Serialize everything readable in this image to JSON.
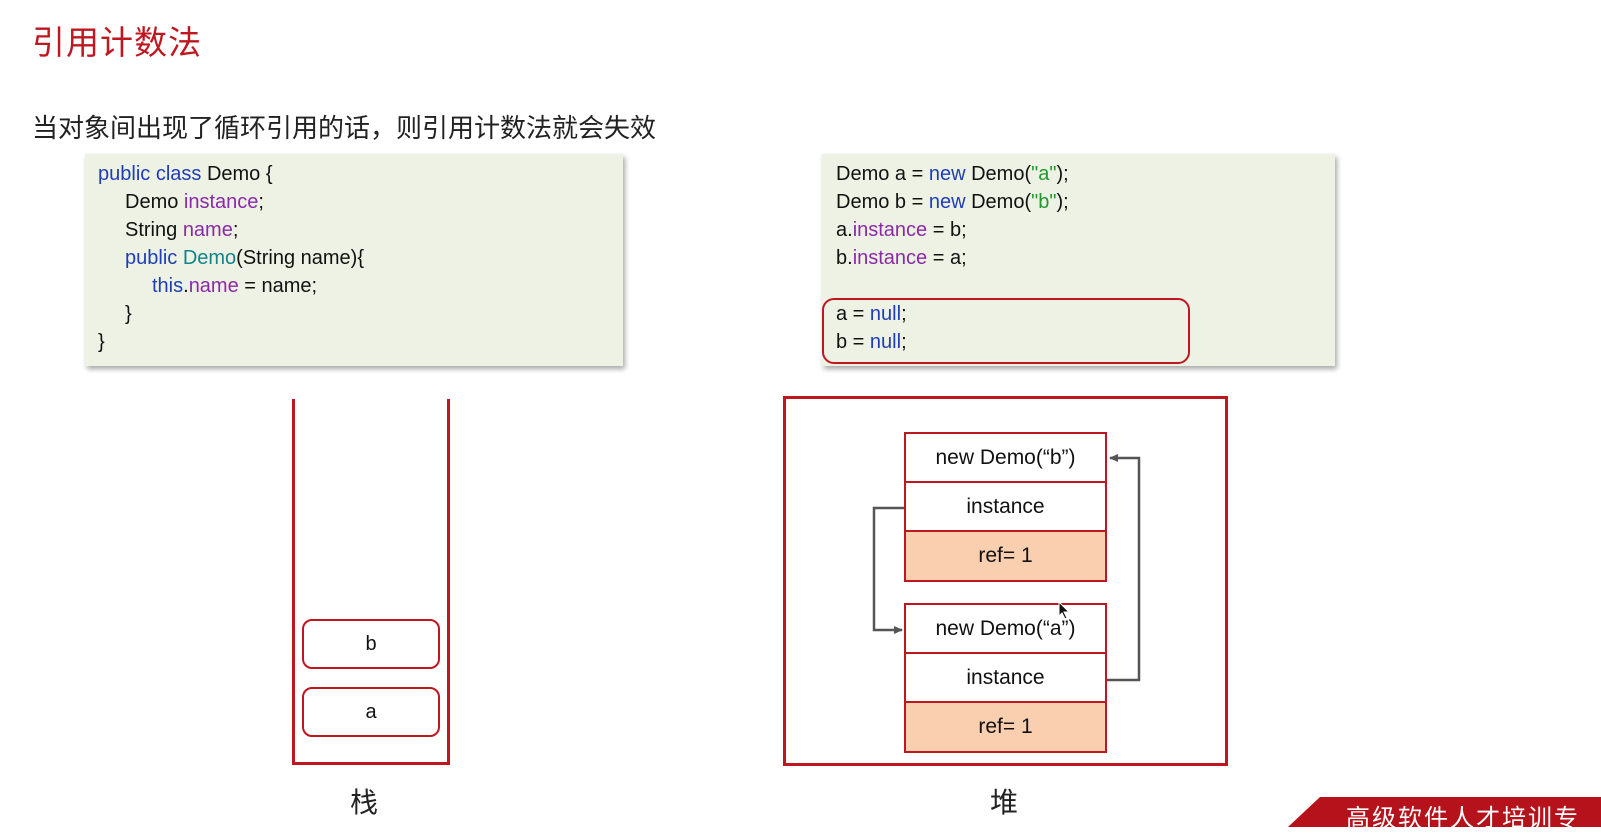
{
  "title": "引用计数法",
  "subtitle": "当对象间出现了循环引用的话，则引用计数法就会失效",
  "code_class": {
    "l1_kw": "public class",
    "l1_rest": " Demo {",
    "l2_a": "Demo ",
    "l2_b": "instance",
    "l2_c": ";",
    "l3_a": "String ",
    "l3_b": "name",
    "l3_c": ";",
    "l4_kw": "public ",
    "l4_m": "Demo",
    "l4_rest": "(String name){",
    "l5_kw": "this",
    "l5_dot": ".",
    "l5_f": "name",
    "l5_rest": " = name;",
    "l6": "}",
    "l7": "}"
  },
  "code_usage": {
    "l1_a": "Demo a = ",
    "l1_kw": "new",
    "l1_b": " Demo(",
    "l1_s": "\"a\"",
    "l1_c": ");",
    "l2_a": "Demo b = ",
    "l2_kw": "new",
    "l2_b": " Demo(",
    "l2_s": "\"b\"",
    "l2_c": ");",
    "l3_a": "a.",
    "l3_f": "instance",
    "l3_b": " = b;",
    "l4_a": "b.",
    "l4_f": "instance",
    "l4_b": " = a;",
    "l5_a": "a = ",
    "l5_kw": "null",
    "l5_b": ";",
    "l6_a": "b = ",
    "l6_kw": "null",
    "l6_b": ";"
  },
  "stack": {
    "label": "栈",
    "slots": [
      "b",
      "a"
    ]
  },
  "heap": {
    "label": "堆",
    "object_b": {
      "header": "new Demo(“b”)",
      "field": "instance",
      "ref": "ref= 1"
    },
    "object_a": {
      "header": "new Demo(“a”)",
      "field": "instance",
      "ref": "ref= 1"
    }
  },
  "banner": "高级软件人才培训专",
  "colors": {
    "accent": "#c0161f",
    "code_bg": "#eef2e5",
    "keyword": "#1f3db5",
    "field": "#8b2aa8",
    "string": "#1e9a2a",
    "ref_fill": "#f9cfb0"
  }
}
